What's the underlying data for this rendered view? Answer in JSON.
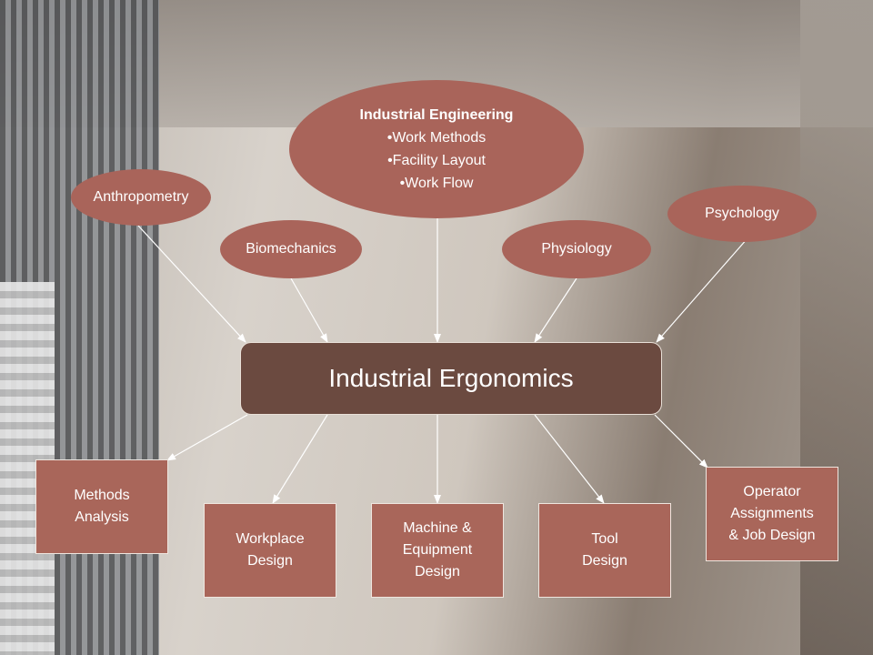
{
  "industrial_engineering": {
    "title": "Industrial Engineering",
    "items": [
      "•Work Methods",
      "•Facility Layout",
      "•Work Flow"
    ]
  },
  "inputs": {
    "anthropometry": "Anthropometry",
    "biomechanics": "Biomechanics",
    "physiology": "Physiology",
    "psychology": "Psychology"
  },
  "center": "Industrial Ergonomics",
  "outputs": {
    "methods_analysis": "Methods\nAnalysis",
    "workplace_design": "Workplace\nDesign",
    "machine_equipment_design": "Machine &\nEquipment\nDesign",
    "tool_design": "Tool\nDesign",
    "operator_assignments": "Operator\nAssignments\n& Job Design"
  },
  "colors": {
    "node_fill": "#a9645a",
    "center_fill": "#6b4a40"
  }
}
